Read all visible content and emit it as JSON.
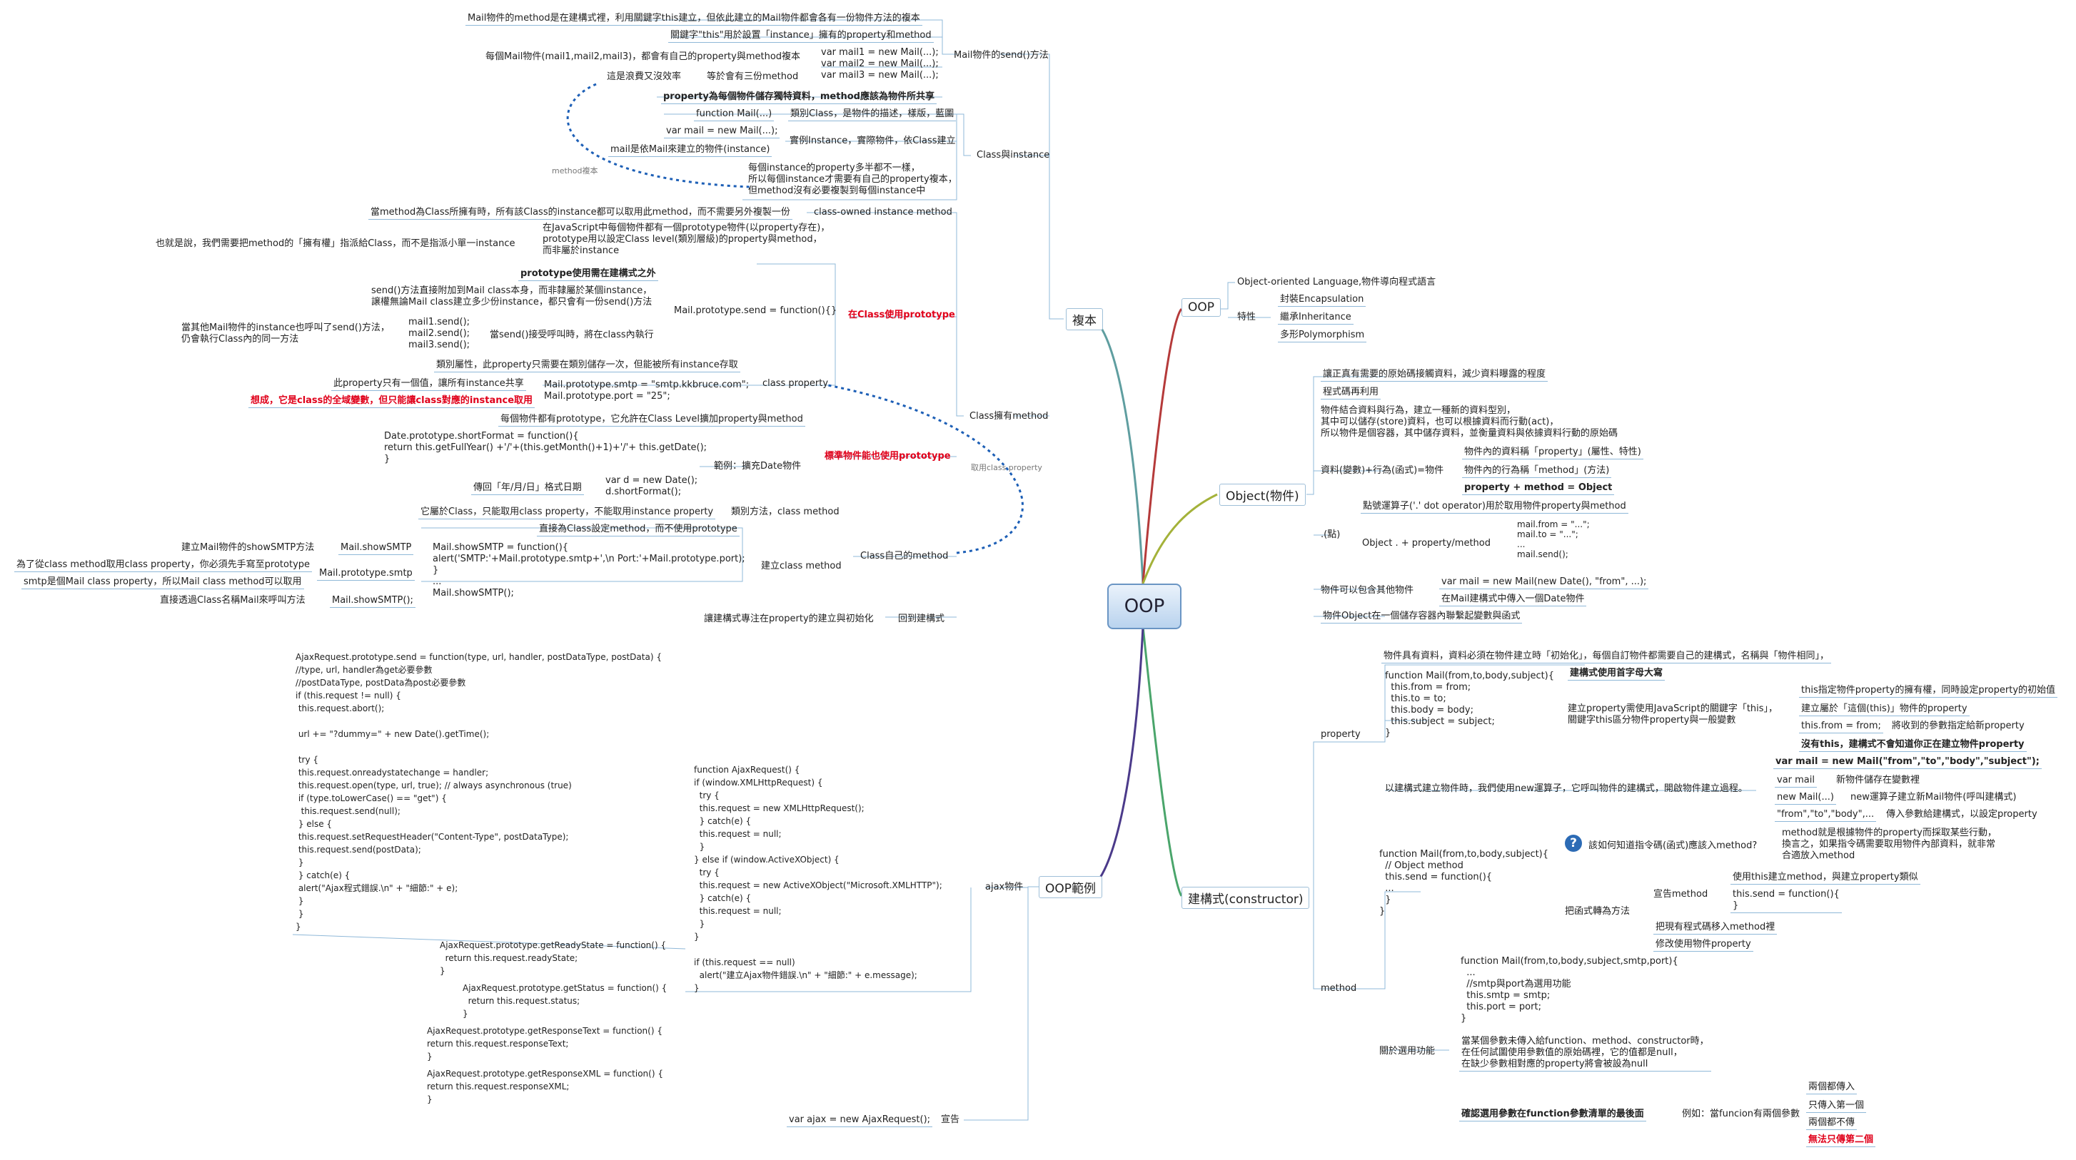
{
  "center": "OOP",
  "branches": {
    "oop": {
      "label": "OOP",
      "full": "Object-oriented Language,物件導向程式語言",
      "traits_label": "特性",
      "traits": [
        "封裝Encapsulation",
        "繼承Inheritance",
        "多形Polymorphism"
      ]
    },
    "object": {
      "label": "Object(物件)",
      "lines": [
        "讓正真有需要的原始碼接觸資料，減少資料曝露的程度",
        "程式碼再利用",
        "物件結合資料與行為，建立一種新的資料型別，\n其中可以儲存(store)資料，也可以根據資料而行動(act)，\n所以物件是個容器，其中儲存資料，並衡量資料與依據資料行動的原始碼",
        "資料(變數)+行為(函式)=物件",
        "物件內的資料稱「property」(屬性、特性)",
        "物件內的行為稱「method」(方法)",
        "property + method = Object",
        "點號運算子('.' dot operator)用於取用物件property與method",
        ".(點)",
        "Object . + property/method",
        "mail.from = \"...\";\nmail.to = \"...\";\n...\nmail.send();",
        "物件可以包含其他物件",
        "var mail = new Mail(new Date(), \"from\", ...);",
        "在Mail建構式中傳入一個Date物件",
        "物件Object在一個儲存容器內聯繫起變數與函式"
      ]
    },
    "constructor": {
      "label": "建構式(constructor)",
      "property_label": "property",
      "method_label": "method",
      "p1": "物件具有資料，資料必須在物件建立時「初始化」，每個自訂物件都需要自己的建構式，名稱與「物件相同」，",
      "p_code": "function Mail(from,to,body,subject){\n  this.from = from;\n  this.to = to;\n  this.body = body;\n  this.subject = subject;\n}",
      "p_cap": "建構式使用首字母大寫",
      "p_this": "建立property需使用JavaScript的關鍵字「this」，\n關鍵字this區分物件property與一般變數",
      "p_this1": "this指定物件property的擁有權，同時設定property的初始值",
      "p_this2": "建立屬於「這個(this)」物件的property",
      "p_this3": "this.from = from;",
      "p_this3b": "將收到的參數指定給新property",
      "p_this4": "沒有this，建構式不會知道你正在建立物件property",
      "p_new": "以建構式建立物件時，我們使用new運算子，它呼叫物件的建構式，開啟物件建立過程。",
      "p_new0": "var mail = new Mail(\"from\",\"to\",\"body\",\"subject\");",
      "p_new1": "var mail",
      "p_new1b": "新物件儲存在變數裡",
      "p_new2": "new Mail(...)",
      "p_new2b": "new運算子建立新Mail物件(呼叫建構式)",
      "p_new3": "\"from\",\"to\",\"body\",...",
      "p_new3b": "傳入參數給建構式，以設定property",
      "m_code": "function Mail(from,to,body,subject){\n  // Object method\n  this.send = function(){\n  ...\n  }\n}",
      "m_q": "該如何知道指令碼(函式)應該入method?",
      "m_q1": "method就是根據物件的property而採取某些行動，\n換言之，如果指令碼需要取用物件內部資料，就非常\n合適放入method",
      "m_conv": "把函式轉為方法",
      "m_conv1": "宣告method",
      "m_conv1a": "使用this建立method，與建立property類似",
      "m_conv1b": "this.send = function(){\n}",
      "m_conv2": "把現有程式碼移入method裡",
      "m_conv3": "修改使用物件property",
      "m_code2": "function Mail(from,to,body,subject,smtp,port){\n  ...\n  //smtp與port為選用功能\n  this.smtp = smtp;\n  this.port = port;\n}",
      "m_opt": "關於選用功能",
      "m_opt1": "當某個參數未傳入給function、method、constructor時，\n在任何試圖使用參數值的原始碼裡，它的值都是null，\n在缺少參數相對應的property將會被設為null",
      "m_last": "確認選用參數在function參數清單的最後面",
      "m_ex": "例如：當funcion有兩個參數",
      "m_ex1": "兩個都傳入",
      "m_ex2": "只傳入第一個",
      "m_ex3": "兩個都不傳",
      "m_ex4": "無法只傳第二個"
    },
    "copy": {
      "label": "複本",
      "send_label": "Mail物件的send()方法",
      "s1": "Mail物件的method是在建構式裡，利用關鍵字this建立，但依此建立的Mail物件都會各有一份物件方法的複本",
      "s2": "關鍵字\"this\"用於設置「instance」擁有的property和method",
      "s3": "每個Mail物件(mail1,mail2,mail3)，都會有自己的property與method複本",
      "s3code": "var mail1 = new Mail(...);\nvar mail2 = new Mail(...);\nvar mail3 = new Mail(...);",
      "s4": "這是浪費又沒效率",
      "s4b": "等於會有三份method",
      "s5": "property為每個物件儲存獨特資料，method應該為物件所共享",
      "ci_label": "Class與instance",
      "c1": "function Mail(...)",
      "c1b": "類別Class，是物件的描述，樣版，藍圖",
      "c2": "var mail = new Mail(...);",
      "c2b": "實例Instance，實際物件，依Class建立",
      "c3": "mail是依Mail來建立的物件(instance)",
      "c4": "每個instance的property多半都不一樣，\n所以每個instance才需要有自己的property複本，\n但method沒有必要複製到每個instance中",
      "method_copy": "method複本",
      "cm_label": "Class擁有method",
      "co": "class-owned instance method",
      "co1": "當method為Class所擁有時，所有該Class的instance都可以取用此method，而不需要另外複製一份",
      "proto_label": "在Class使用prototype",
      "pr1": "在JavaScript中每個物件都有一個prototype物件(以property存在)，\nprototype用以設定Class level(類別層級)的property與method，\n而非屬於instance",
      "pr1b": "也就是說，我們需要把method的「擁有權」指派給Class，而不是指派小單一instance",
      "pr2": "prototype使用需在建構式之外",
      "pr3": "Mail.prototype.send = function(){}",
      "pr3a": "send()方法直接附加到Mail class本身，而非隸屬於某個instance，\n譲權無論Mail class建立多少份instance，都只會有一份send()方法",
      "pr3b": "當send()接受呼叫時，將在class內執行",
      "pr3c": "mail1.send();\nmail2.send();\nmail3.send();",
      "pr3d": "當其他Mail物件的instance也呼叫了send()方法，\n仍會執行Class內的同一方法",
      "cp_label": "class property",
      "cp1": "類別屬性，此property只需要在類別儲存一次，但能被所有instance存取",
      "cp2": "Mail.prototype.smtp = \"smtp.kkbruce.com\";\nMail.prototype.port = \"25\";",
      "cp2a": "此property只有一個值，讓所有instance共享",
      "cp2b": "想成，它是class的全域變數，但只能讓class對應的instance取用",
      "std_label": "標準物件能也使用prototype",
      "std1": "每個物件都有prototype，它允許在Class Level擴加property與method",
      "std2": "範例：擴充Date物件",
      "std2code": "Date.prototype.shortFormat = function(){\nreturn this.getFullYear() +'/'+(this.getMonth()+1)+'/'+ this.getDate();\n}",
      "std3code": "var d = new Date();\nd.shortFormat();",
      "std3": "傳回「年/月/日」格式日期",
      "take_cp": "取用class property",
      "self_label": "Class自己的method",
      "sm1": "它屬於Class，只能取用class property，不能取用instance property",
      "sm1b": "類別方法，class method",
      "sm2": "直接為Class設定method，而不使用prototype",
      "sm3": "建立class method",
      "sm3code": "Mail.showSMTP = function(){\nalert('SMTP:'+Mail.prototype.smtp+',\\n Port:'+Mail.prototype.port);\n}\n...\nMail.showSMTP();",
      "sm4": "Mail.showSMTP",
      "sm4a": "建立Mail物件的showSMTP方法",
      "sm5": "Mail.prototype.smtp",
      "sm5a": "為了從class method取用class property，你必須先手寫至prototype",
      "sm5b": "smtp是個Mail class property，所以Mail class method可以取用",
      "sm6": "Mail.showSMTP();",
      "sm6a": "直接透過Class名稱Mail來呼叫方法",
      "back": "回到建構式",
      "back1": "讓建構式專注在property的建立與初始化"
    },
    "example": {
      "label": "OOP範例",
      "ajax_label": "ajax物件",
      "ajax_code": "function AjaxRequest() {\nif (window.XMLHttpRequest) {\n  try {\n  this.request = new XMLHttpRequest();\n  } catch(e) {\n  this.request = null;\n  }\n} else if (window.ActiveXObject) {\n  try {\n  this.request = new ActiveXObject(\"Microsoft.XMLHTTP\");\n  } catch(e) {\n  this.request = null;\n  }\n}\n\nif (this.request == null)\n  alert(\"建立Ajax物件錯誤.\\n\" + \"細節:\" + e.message);\n}",
      "send_code": "AjaxRequest.prototype.send = function(type, url, handler, postDataType, postData) {\n//type, url, handler為get必要參數\n//postDataType, postData為post必要參數\nif (this.request != null) {\n this.request.abort();\n\n url += \"?dummy=\" + new Date().getTime();\n\n try {\n this.request.onreadystatechange = handler;\n this.request.open(type, url, true); // always asynchronous (true)\n if (type.toLowerCase() == \"get\") {\n  this.request.send(null);\n } else {\n this.request.setRequestHeader(\"Content-Type\", postDataType);\n this.request.send(postData);\n }\n } catch(e) {\n alert(\"Ajax程式錯誤.\\n\" + \"細節:\" + e);\n }\n }\n}",
      "rs_code": "AjaxRequest.prototype.getReadyState = function() {\n  return this.request.readyState;\n}",
      "st_code": "AjaxRequest.prototype.getStatus = function() {\n  return this.request.status;\n}",
      "rt_code": "AjaxRequest.prototype.getResponseText = function() {\nreturn this.request.responseText;\n}",
      "rx_code": "AjaxRequest.prototype.getResponseXML = function() {\nreturn this.request.responseXML;\n}",
      "decl": "var ajax = new AjaxRequest();",
      "decl_label": "宣告"
    }
  }
}
